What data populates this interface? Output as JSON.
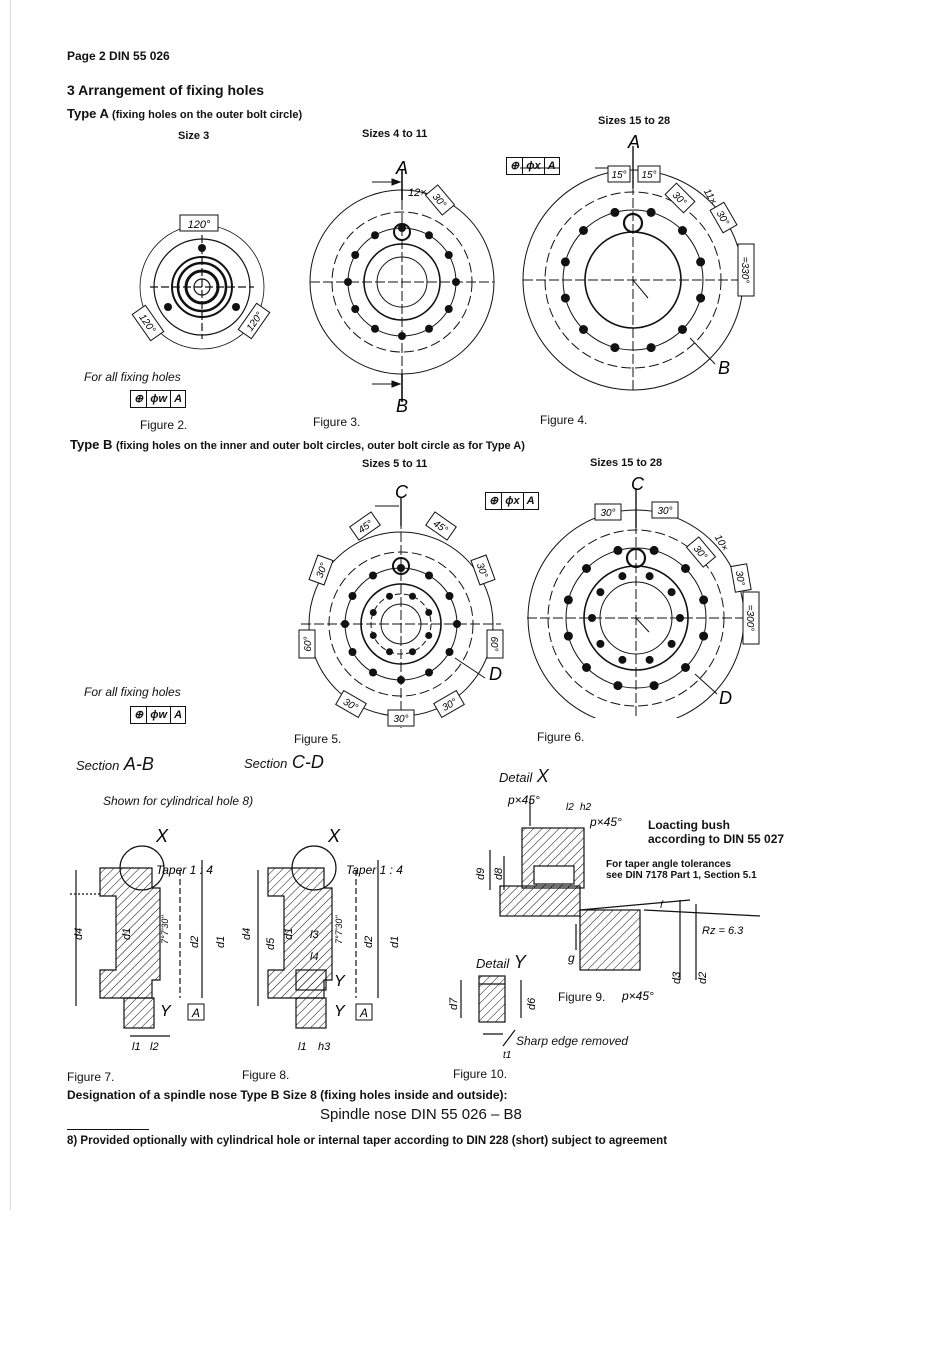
{
  "header": {
    "text": "Page 2  DIN 55 026"
  },
  "section_title": "3  Arrangement of fixing holes",
  "type_a": {
    "label": "Type A",
    "desc": "(fixing holes on the outer bolt circle)"
  },
  "type_b": {
    "label": "Type B",
    "desc": "(fixing holes on the inner and outer bolt circles, outer bolt circle as for Type A)"
  },
  "sizes": {
    "s3": "Size 3",
    "s4_11": "Sizes 4 to 11",
    "s15_28_a": "Sizes 15 to 28",
    "s5_11": "Sizes 5 to 11",
    "s15_28_b": "Sizes 15 to 28"
  },
  "for_all_1": "For all fixing holes",
  "for_all_2": "For all fixing holes",
  "tol_w": [
    "⊕",
    "ϕw",
    "A"
  ],
  "tol_x": [
    "⊕",
    "ϕx",
    "A"
  ],
  "figures": {
    "f2": "Figure 2.",
    "f3": "Figure 3.",
    "f4": "Figure 4.",
    "f5": "Figure 5.",
    "f6": "Figure 6.",
    "f7": "Figure 7.",
    "f8": "Figure 8.",
    "f9": "Figure 9.",
    "f10": "Figure 10."
  },
  "angles": {
    "a120": "120°",
    "a15": "15°",
    "a30": "30°",
    "a45": "45°",
    "a60": "60°",
    "count12": "12×",
    "count11": "11×",
    "count10": "10×",
    "sum330": "=330°",
    "sum300": "=300°"
  },
  "letters": {
    "A": "A",
    "B": "B",
    "C": "C",
    "D": "D",
    "X": "X",
    "Y": "Y"
  },
  "sections": {
    "ab_word": "Section",
    "ab_letters": "A-B",
    "cd_word": "Section",
    "cd_letters": "C-D"
  },
  "shown_for": "Shown for cylindrical hole 8)",
  "detail_x": {
    "word": "Detail",
    "letter": "X"
  },
  "detail_y": {
    "word": "Detail",
    "letter": "Y"
  },
  "taper": "Taper 1 : 4",
  "taper_angle": "7°7'30\"",
  "chamfer": "p×45°",
  "locating_bush": [
    "Loacting bush",
    "according to DIN 55 027"
  ],
  "taper_tol": [
    "For taper angle tolerances",
    "see DIN 7178 Part 1, Section 5.1"
  ],
  "rz": "Rz = 6.3",
  "sharp_edge": "Sharp edge removed",
  "dims": {
    "d1": "d1",
    "d2": "d2",
    "d3": "d3",
    "d4": "d4",
    "d5": "d5",
    "d6": "d6",
    "d7": "d7",
    "d8": "d8",
    "d9": "d9",
    "g": "g",
    "f": "f",
    "l1": "l1",
    "l2": "l2",
    "l3": "l3",
    "l4": "l4",
    "h2": "h2",
    "h3": "h3",
    "t1": "t1"
  },
  "designation": "Designation of a spindle nose Type B Size 8 (fixing holes inside and outside):",
  "spindle_nose": "Spindle nose DIN 55 026 – B8",
  "footnote": "8) Provided optionally with cylindrical hole or internal taper according to DIN 228 (short) subject to agreement"
}
